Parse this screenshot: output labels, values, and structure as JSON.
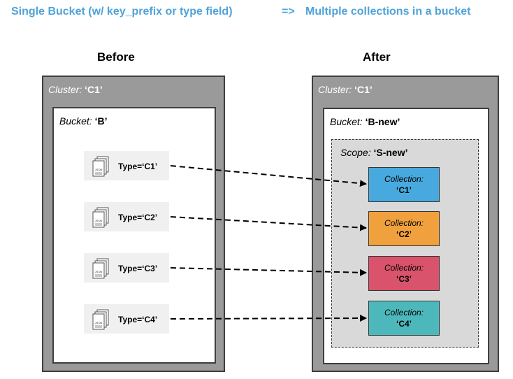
{
  "header": {
    "left": "Single Bucket (w/ key_prefix or type field)",
    "arrow": "=>",
    "right": "Multiple collections in a bucket"
  },
  "before": {
    "title": "Before",
    "cluster_label": "Cluster: ",
    "cluster_name": "‘C1’",
    "bucket_label": "Bucket: ",
    "bucket_name": "‘B’",
    "items": [
      {
        "label": "Type=‘C1’"
      },
      {
        "label": "Type=‘C2’"
      },
      {
        "label": "Type=‘C3’"
      },
      {
        "label": "Type=‘C4’"
      }
    ],
    "icon_text": "JSON"
  },
  "after": {
    "title": "After",
    "cluster_label": "Cluster: ",
    "cluster_name": "‘C1’",
    "bucket_label": "Bucket: ",
    "bucket_name": "‘B-new’",
    "scope_label": "Scope: ",
    "scope_name": "‘S-new’",
    "collections": [
      {
        "label": "Collection:",
        "name": "‘C1’",
        "color": "#48a9de"
      },
      {
        "label": "Collection:",
        "name": "‘C2’",
        "color": "#f0a13d"
      },
      {
        "label": "Collection:",
        "name": "‘C3’",
        "color": "#d9536c"
      },
      {
        "label": "Collection:",
        "name": "‘C4’",
        "color": "#4db8bc"
      }
    ]
  },
  "colors": {
    "header_text": "#4fa3d9",
    "cluster_bg": "#9a9a9a",
    "scope_bg": "#d9d9d9"
  }
}
